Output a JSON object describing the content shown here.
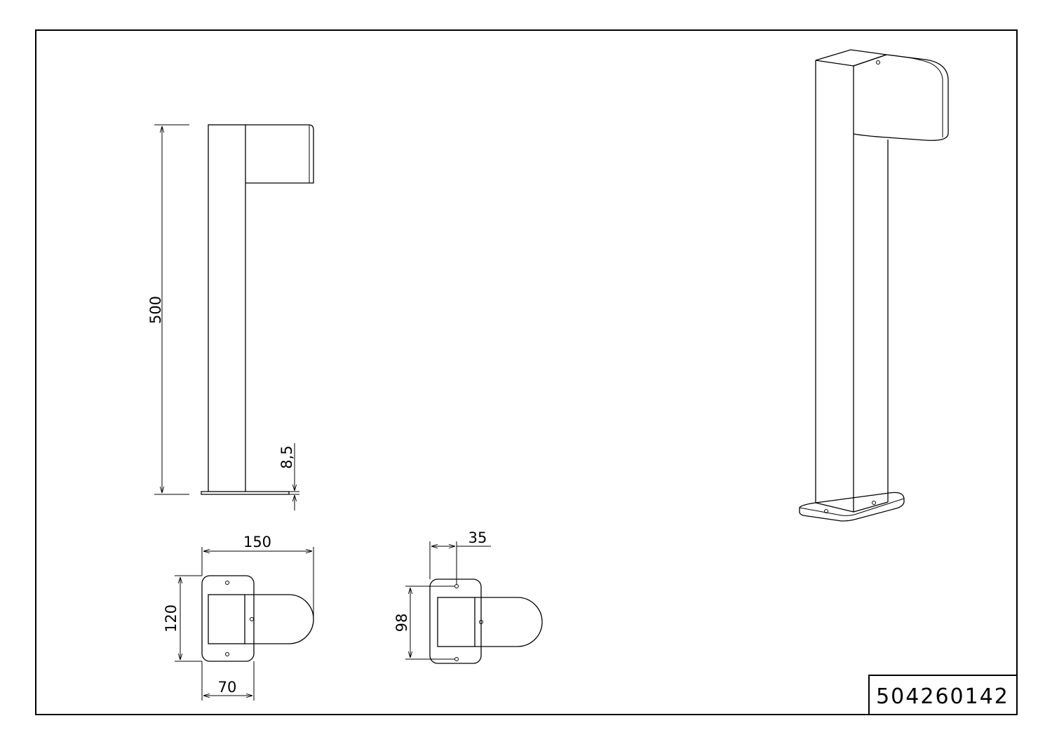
{
  "drawing": {
    "part_number": "504260142",
    "dimensions": {
      "height": "500",
      "base_thickness": "8,5",
      "head_length": "150",
      "base_depth": "120",
      "post_width": "70",
      "hole_offset": "35",
      "hole_spacing": "98"
    }
  }
}
